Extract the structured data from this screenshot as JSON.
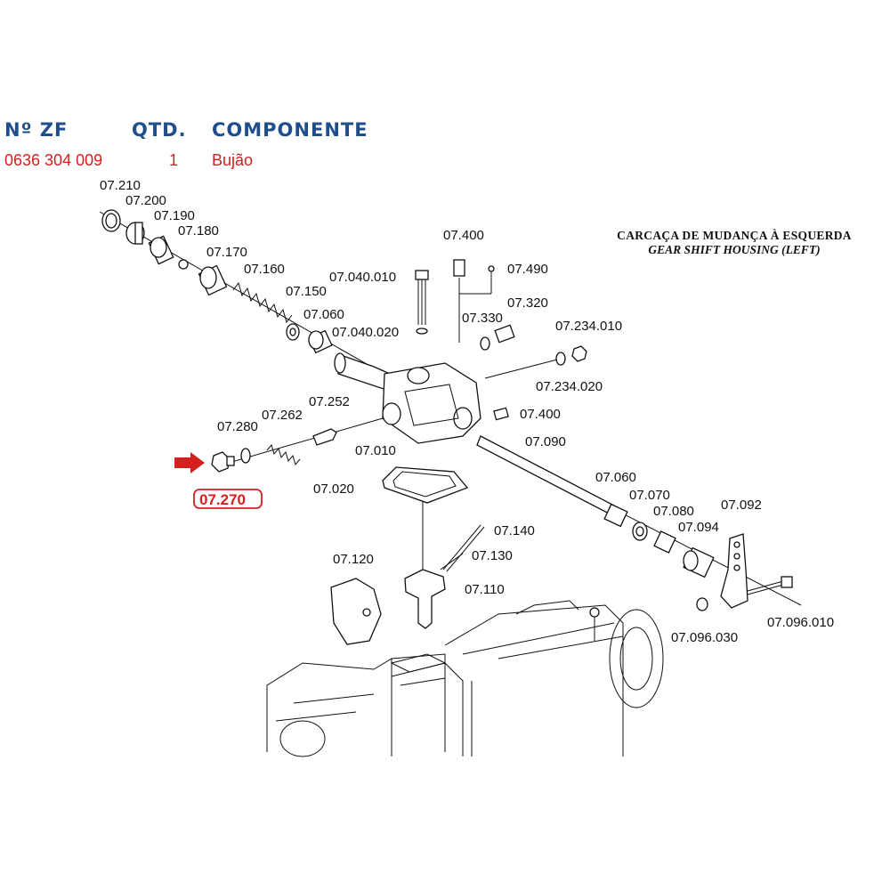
{
  "table": {
    "headers": {
      "part_no": "Nº ZF",
      "qty": "QTD.",
      "component": "COMPONENTE"
    },
    "row": {
      "part_no": "0636 304 009",
      "qty": "1",
      "component": "Bujão"
    }
  },
  "diagram": {
    "title_pt": "CARCAÇA DE MUDANÇA À ESQUERDA",
    "title_en": "GEAR SHIFT HOUSING (LEFT)",
    "highlighted_part": "07.270",
    "labels": {
      "p07_210": "07.210",
      "p07_200": "07.200",
      "p07_190": "07.190",
      "p07_180": "07.180",
      "p07_170": "07.170",
      "p07_160": "07.160",
      "p07_150": "07.150",
      "p07_060a": "07.060",
      "p07_040_010": "07.040.010",
      "p07_040_020": "07.040.020",
      "p07_400a": "07.400",
      "p07_490": "07.490",
      "p07_320": "07.320",
      "p07_330": "07.330",
      "p07_234_010": "07.234.010",
      "p07_234_020": "07.234.020",
      "p07_400b": "07.400",
      "p07_280": "07.280",
      "p07_262": "07.262",
      "p07_252": "07.252",
      "p07_010": "07.010",
      "p07_090": "07.090",
      "p07_020": "07.020",
      "p07_060b": "07.060",
      "p07_070": "07.070",
      "p07_080": "07.080",
      "p07_094": "07.094",
      "p07_092": "07.092",
      "p07_140": "07.140",
      "p07_130": "07.130",
      "p07_120": "07.120",
      "p07_110": "07.110",
      "p07_096_010": "07.096.010",
      "p07_096_030": "07.096.030"
    },
    "colors": {
      "header": "#1f4e8c",
      "highlight": "#d42020",
      "line": "#111111"
    }
  }
}
